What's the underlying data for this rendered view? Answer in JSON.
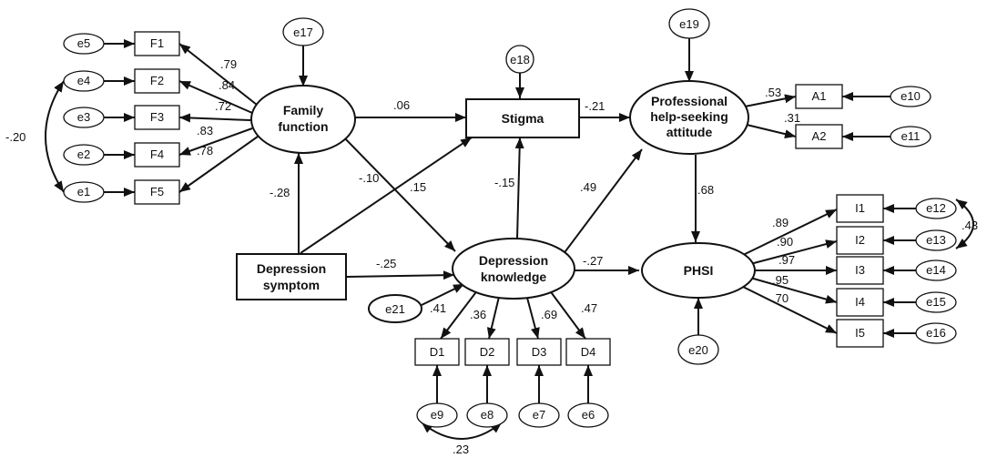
{
  "nodes": {
    "e5": "e5",
    "e4": "e4",
    "e3": "e3",
    "e2": "e2",
    "e1": "e1",
    "F1": "F1",
    "F2": "F2",
    "F3": "F3",
    "F4": "F4",
    "F5": "F5",
    "e17": "e17",
    "e18": "e18",
    "e19": "e19",
    "family": [
      "Family",
      "function"
    ],
    "stigma": "Stigma",
    "attitude": [
      "Professional",
      "help-seeking",
      "attitude"
    ],
    "A1": "A1",
    "A2": "A2",
    "e10": "e10",
    "e11": "e11",
    "depsym": [
      "Depression",
      "symptom"
    ],
    "depknow": [
      "Depression",
      "knowledge"
    ],
    "phsi": "PHSI",
    "e21": "e21",
    "e20": "e20",
    "I1": "I1",
    "I2": "I2",
    "I3": "I3",
    "I4": "I4",
    "I5": "I5",
    "e12": "e12",
    "e13": "e13",
    "e14": "e14",
    "e15": "e15",
    "e16": "e16",
    "D1": "D1",
    "D2": "D2",
    "D3": "D3",
    "D4": "D4",
    "e9": "e9",
    "e8": "e8",
    "e7": "e7",
    "e6": "e6"
  },
  "coefficients": {
    "F1": ".79",
    "F2": ".84",
    "F3": ".72",
    "F4": ".83",
    "F5": ".78",
    "e4_e1": "-.20",
    "family_stigma": ".06",
    "depsym_family": "-.28",
    "depsym_stigma": "-.10",
    "family_depknow": ".15",
    "depknow_stigma": "-.15",
    "depknow_attitude": ".49",
    "stigma_attitude": "-.21",
    "depsym_depknow": "-.25",
    "depknow_phsi": "-.27",
    "attitude_phsi": ".68",
    "A1": ".53",
    "A2": ".31",
    "I1": ".89",
    "I2": ".90",
    "I3": ".97",
    "I4": ".95",
    "I5": ".70",
    "e12_e13": ".43",
    "D1": ".41",
    "D2": ".36",
    "D3": ".69",
    "D4": ".47",
    "e9_e8": ".23"
  }
}
